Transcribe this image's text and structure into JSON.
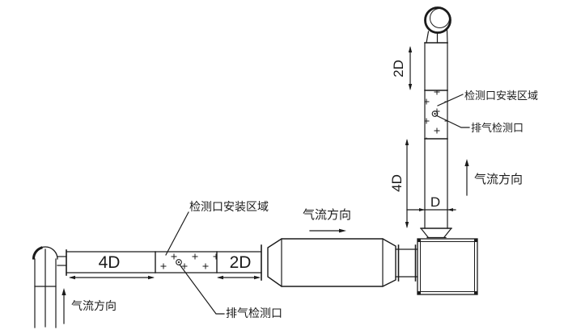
{
  "canvas": {
    "background": "#ffffff",
    "line_color": "#1b1b1b"
  },
  "vertical_stack": {
    "dim_2d": "2D",
    "dim_4d": "4D",
    "dim_d": "D",
    "detection_area_label": "检测口安装区域",
    "exhaust_port_label": "排气检测口",
    "airflow_label": "气流方向"
  },
  "muffler_section": {
    "airflow_label": "气流方向"
  },
  "horizontal_duct": {
    "dim_4d": "4D",
    "dim_2d": "2D",
    "detection_area_label": "检测口安装区域",
    "exhaust_port_label": "排气检测口",
    "airflow_label": "气流方向"
  }
}
